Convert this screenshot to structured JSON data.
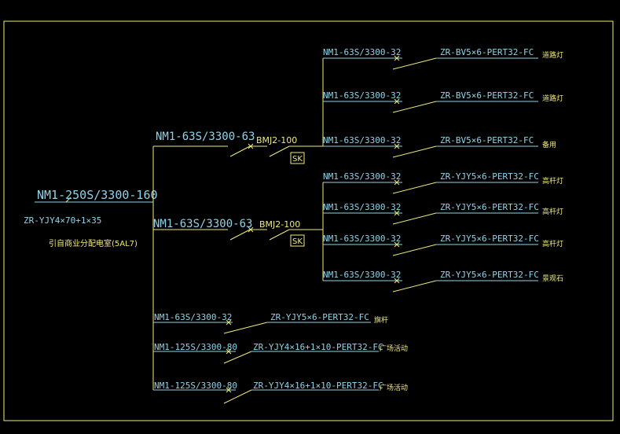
{
  "colors": {
    "background": "#000000",
    "line": "#f0ea7a",
    "label": "#8fd3e8"
  },
  "incoming": {
    "breaker": "NM1-250S/3300-160",
    "cable": "ZR-YJY4×70+1×35",
    "source": "引自商业分配电室(5AL7)"
  },
  "groups": [
    {
      "breaker": "NM1-63S/3300-63",
      "contactor": "BMJ2-100",
      "sk": "SK"
    },
    {
      "breaker": "NM1-63S/3300-63",
      "contactor": "BMJ2-100",
      "sk": "SK"
    }
  ],
  "sub_circuits": [
    {
      "breaker": "NM1-63S/3300-32",
      "cable": "ZR-BV5×6-PERT32-FC",
      "load": "道路灯"
    },
    {
      "breaker": "NM1-63S/3300-32",
      "cable": "ZR-BV5×6-PERT32-FC",
      "load": "道路灯"
    },
    {
      "breaker": "NM1-63S/3300-32",
      "cable": "ZR-BV5×6-PERT32-FC",
      "load": "备用"
    },
    {
      "breaker": "NM1-63S/3300-32",
      "cable": "ZR-YJY5×6-PERT32-FC",
      "load": "高杆灯"
    },
    {
      "breaker": "NM1-63S/3300-32",
      "cable": "ZR-YJY5×6-PERT32-FC",
      "load": "高杆灯"
    },
    {
      "breaker": "NM1-63S/3300-32",
      "cable": "ZR-YJY5×6-PERT32-FC",
      "load": "高杆灯"
    },
    {
      "breaker": "NM1-63S/3300-32",
      "cable": "ZR-YJY5×6-PERT32-FC",
      "load": "景观石"
    }
  ],
  "direct_circuits": [
    {
      "breaker": "NM1-63S/3300-32",
      "cable": "ZR-YJY5×6-PERT32-FC",
      "load": "旗杆"
    },
    {
      "breaker": "NM1-125S/3300-80",
      "cable": "ZR-YJY4×16+1×10-PERT32-FC",
      "load": "广场活动"
    },
    {
      "breaker": "NM1-125S/3300-80",
      "cable": "ZR-YJY4×16+1×10-PERT32-FC",
      "load": "广场活动"
    }
  ]
}
